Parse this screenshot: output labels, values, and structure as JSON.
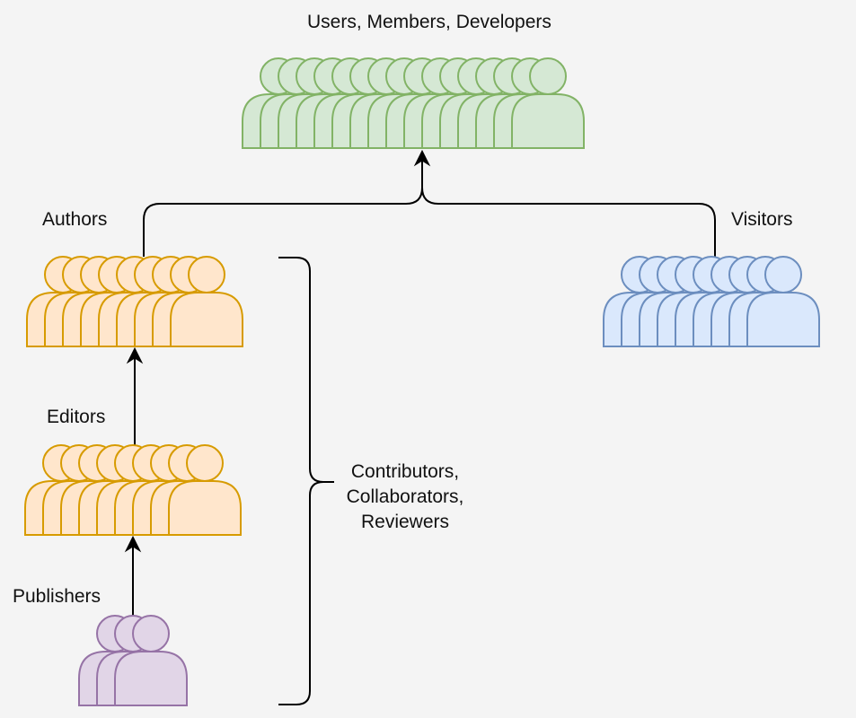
{
  "groups": [
    {
      "id": "users",
      "label": "Users, Members, Developers",
      "count": 16,
      "color": "green"
    },
    {
      "id": "authors",
      "label": "Authors",
      "count": 9,
      "color": "orange"
    },
    {
      "id": "visitors",
      "label": "Visitors",
      "count": 9,
      "color": "blue"
    },
    {
      "id": "editors",
      "label": "Editors",
      "count": 9,
      "color": "orange"
    },
    {
      "id": "publishers",
      "label": "Publishers",
      "count": 3,
      "color": "purple"
    }
  ],
  "brace_label": [
    "Contributors,",
    "Collaborators,",
    "Reviewers"
  ],
  "colors": {
    "green": {
      "fill": "#d5e8d4",
      "stroke": "#82b366"
    },
    "orange": {
      "fill": "#ffe6cc",
      "stroke": "#d79b00"
    },
    "blue": {
      "fill": "#dae8fc",
      "stroke": "#6c8ebf"
    },
    "purple": {
      "fill": "#e1d5e7",
      "stroke": "#9673a6"
    },
    "line": "#000000"
  },
  "icons": [
    "person-icon",
    "arrow-head-icon",
    "curly-brace-icon"
  ]
}
